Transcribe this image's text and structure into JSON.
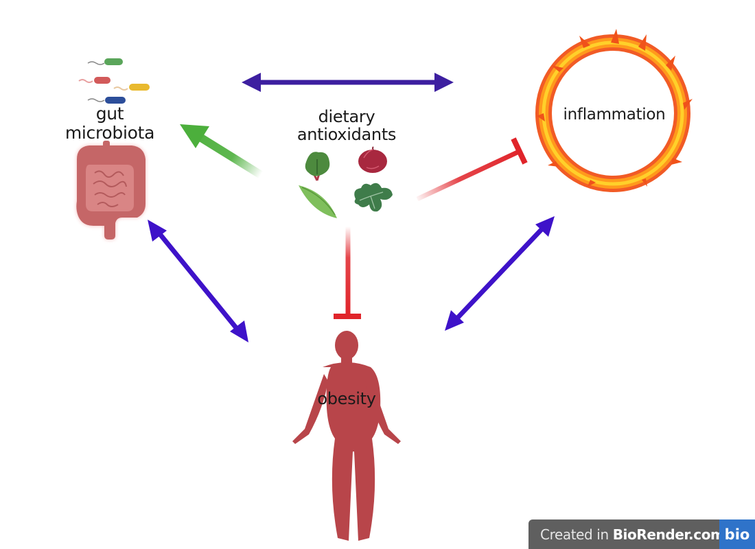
{
  "diagram": {
    "nodes": {
      "gut_microbiota": {
        "label": "gut microbiota",
        "line1": "gut",
        "line2": "microbiota"
      },
      "dietary_antioxidants": {
        "label": "dietary antioxidants",
        "line1": "dietary",
        "line2": "antioxidants"
      },
      "inflammation": {
        "label": "inflammation"
      },
      "obesity": {
        "label": "obesity"
      }
    },
    "edges": [
      {
        "from": "gut_microbiota",
        "to": "inflammation",
        "type": "bidirectional",
        "color": "#3d1fa0"
      },
      {
        "from": "dietary_antioxidants",
        "to": "gut_microbiota",
        "type": "promotes",
        "color": "#4caf3c"
      },
      {
        "from": "dietary_antioxidants",
        "to": "inflammation",
        "type": "inhibits",
        "color": "#e0242a"
      },
      {
        "from": "dietary_antioxidants",
        "to": "obesity",
        "type": "inhibits",
        "color": "#e0242a"
      },
      {
        "from": "gut_microbiota",
        "to": "obesity",
        "type": "bidirectional",
        "color": "#3e12c9"
      },
      {
        "from": "inflammation",
        "to": "obesity",
        "type": "bidirectional",
        "color": "#3e12c9"
      }
    ],
    "icons": [
      "bacteria-icon",
      "intestine-icon",
      "leafy-greens-icon",
      "onion-icon",
      "pea-pod-icon",
      "kale-icon",
      "fire-ring-icon",
      "human-body-icon"
    ],
    "colors": {
      "bidirectional_top": "#3d1fa0",
      "bidirectional_diag": "#3e12c9",
      "promote": "#4caf3c",
      "inhibit": "#e0242a",
      "body": "#b8454a",
      "intestine": "#c66a6c",
      "fire_outer": "#f05a14",
      "fire_inner": "#ffc21a"
    }
  },
  "watermark": {
    "prefix": "Created in ",
    "brand": "BioRender.com",
    "logo": "bio"
  }
}
